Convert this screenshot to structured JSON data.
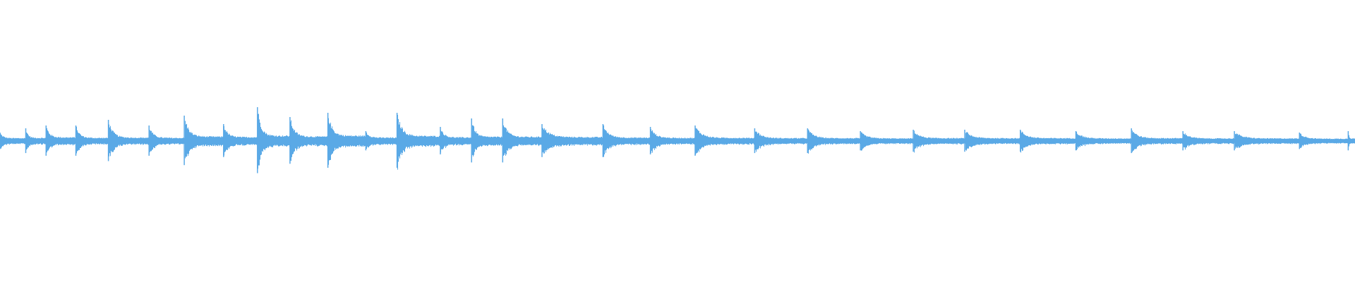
{
  "waveform": {
    "color": "#5aa9e6",
    "background": "#ffffff",
    "baseline_amplitude": 0.012,
    "transients": [
      {
        "t": 0.0,
        "peak": 0.06,
        "sustain": 0.022
      },
      {
        "t": 0.019,
        "peak": 0.09,
        "sustain": 0.024
      },
      {
        "t": 0.034,
        "peak": 0.11,
        "sustain": 0.028
      },
      {
        "t": 0.056,
        "peak": 0.11,
        "sustain": 0.024
      },
      {
        "t": 0.08,
        "peak": 0.15,
        "sustain": 0.026
      },
      {
        "t": 0.11,
        "peak": 0.11,
        "sustain": 0.024
      },
      {
        "t": 0.136,
        "peak": 0.18,
        "sustain": 0.034
      },
      {
        "t": 0.165,
        "peak": 0.12,
        "sustain": 0.03
      },
      {
        "t": 0.19,
        "peak": 0.24,
        "sustain": 0.04
      },
      {
        "t": 0.214,
        "peak": 0.17,
        "sustain": 0.034
      },
      {
        "t": 0.242,
        "peak": 0.2,
        "sustain": 0.04
      },
      {
        "t": 0.27,
        "peak": 0.07,
        "sustain": 0.026
      },
      {
        "t": 0.293,
        "peak": 0.2,
        "sustain": 0.038
      },
      {
        "t": 0.325,
        "peak": 0.1,
        "sustain": 0.028
      },
      {
        "t": 0.348,
        "peak": 0.16,
        "sustain": 0.032
      },
      {
        "t": 0.371,
        "peak": 0.16,
        "sustain": 0.032
      },
      {
        "t": 0.4,
        "peak": 0.12,
        "sustain": 0.03
      },
      {
        "t": 0.445,
        "peak": 0.12,
        "sustain": 0.026
      },
      {
        "t": 0.48,
        "peak": 0.1,
        "sustain": 0.024
      },
      {
        "t": 0.513,
        "peak": 0.11,
        "sustain": 0.024
      },
      {
        "t": 0.557,
        "peak": 0.09,
        "sustain": 0.022
      },
      {
        "t": 0.596,
        "peak": 0.09,
        "sustain": 0.022
      },
      {
        "t": 0.635,
        "peak": 0.07,
        "sustain": 0.02
      },
      {
        "t": 0.674,
        "peak": 0.08,
        "sustain": 0.022
      },
      {
        "t": 0.712,
        "peak": 0.08,
        "sustain": 0.022
      },
      {
        "t": 0.753,
        "peak": 0.08,
        "sustain": 0.022
      },
      {
        "t": 0.794,
        "peak": 0.07,
        "sustain": 0.02
      },
      {
        "t": 0.835,
        "peak": 0.09,
        "sustain": 0.022
      },
      {
        "t": 0.873,
        "peak": 0.07,
        "sustain": 0.02
      },
      {
        "t": 0.911,
        "peak": 0.07,
        "sustain": 0.02
      },
      {
        "t": 0.959,
        "peak": 0.06,
        "sustain": 0.018
      },
      {
        "t": 0.995,
        "peak": 0.07,
        "sustain": 0.02
      }
    ]
  }
}
